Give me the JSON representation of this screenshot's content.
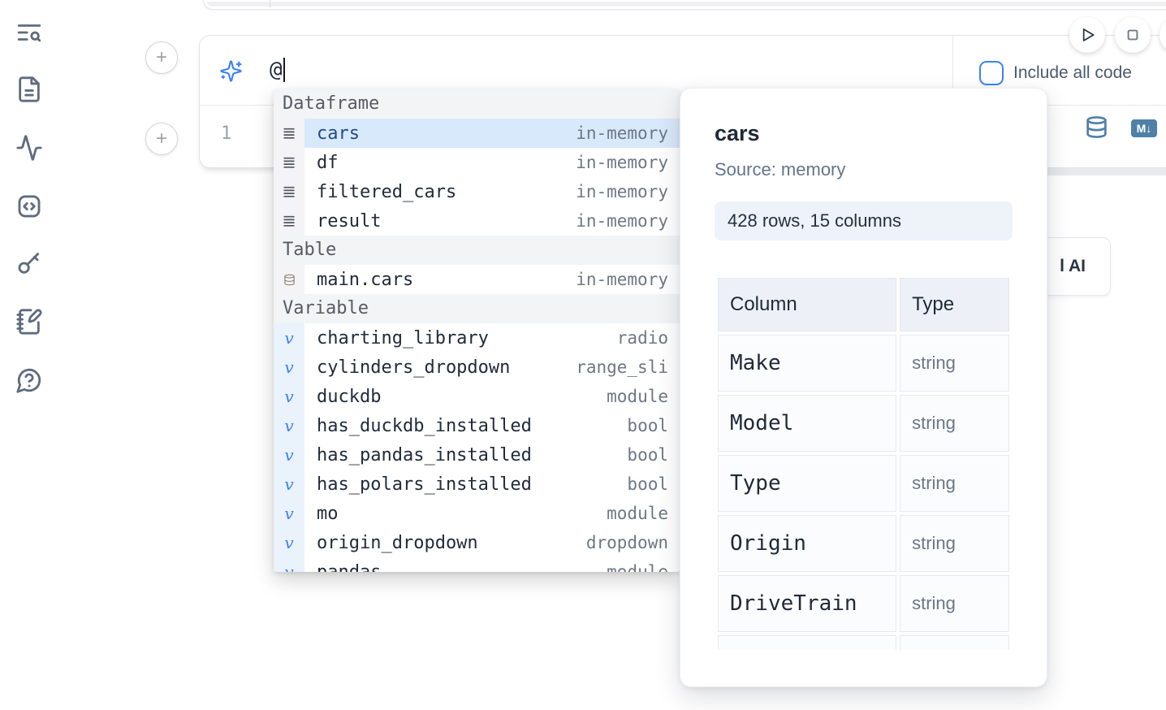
{
  "sidebar": {
    "icons": [
      "list-search",
      "file-text",
      "activity",
      "code-square",
      "key",
      "notebook-pen",
      "help-chat"
    ]
  },
  "prompt": {
    "value": "@"
  },
  "options": {
    "include_all_code_label": "Include all code",
    "checked": false
  },
  "editor": {
    "line_number": "1",
    "markdown_badge": "M↓"
  },
  "toolbar": {
    "add_cell_glyph": "+"
  },
  "icons": {
    "variable_glyph": "v"
  },
  "autocomplete": {
    "selected_item": "cars",
    "sections": [
      {
        "label": "Dataframe",
        "items": [
          {
            "name": "cars",
            "type": "in-memory"
          },
          {
            "name": "df",
            "type": "in-memory"
          },
          {
            "name": "filtered_cars",
            "type": "in-memory"
          },
          {
            "name": "result",
            "type": "in-memory"
          }
        ]
      },
      {
        "label": "Table",
        "items": [
          {
            "name": "main.cars",
            "type": "in-memory"
          }
        ]
      },
      {
        "label": "Variable",
        "items": [
          {
            "name": "charting_library",
            "type": "radio"
          },
          {
            "name": "cylinders_dropdown",
            "type": "range_sli"
          },
          {
            "name": "duckdb",
            "type": "module"
          },
          {
            "name": "has_duckdb_installed",
            "type": "bool"
          },
          {
            "name": "has_pandas_installed",
            "type": "bool"
          },
          {
            "name": "has_polars_installed",
            "type": "bool"
          },
          {
            "name": "mo",
            "type": "module"
          },
          {
            "name": "origin_dropdown",
            "type": "dropdown"
          },
          {
            "name": "pandas",
            "type": "module"
          }
        ]
      }
    ]
  },
  "preview": {
    "title": "cars",
    "source": "Source: memory",
    "shape": "428 rows, 15 columns",
    "table": {
      "headers": [
        "Column",
        "Type"
      ],
      "rows": [
        [
          "Make",
          "string"
        ],
        [
          "Model",
          "string"
        ],
        [
          "Type",
          "string"
        ],
        [
          "Origin",
          "string"
        ],
        [
          "DriveTrain",
          "string"
        ]
      ]
    }
  },
  "ai_button": {
    "visible_text": "l AI"
  },
  "colors": {
    "accent": "#3b82f6",
    "selection": "#d8e9fb",
    "steel_blue": "#4d81a7"
  }
}
